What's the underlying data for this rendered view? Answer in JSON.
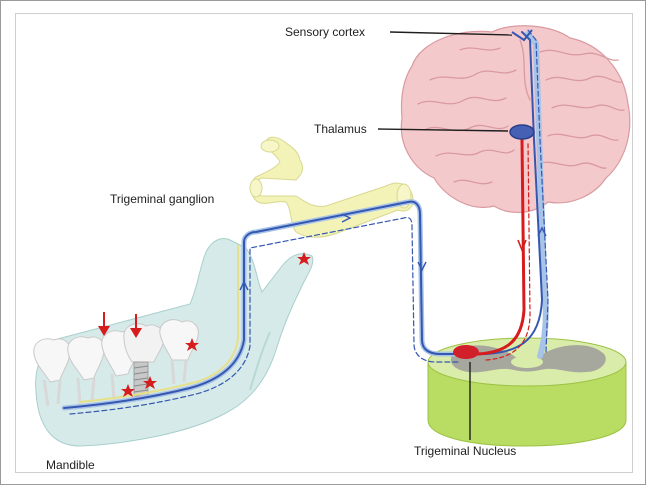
{
  "labels": {
    "sensory_cortex": "Sensory cortex",
    "thalamus": "Thalamus",
    "trigeminal_ganglion": "Trigeminal ganglion",
    "mandible": "Mandible",
    "trigeminal_nucleus": "Trigeminal Nucleus"
  },
  "colors": {
    "brain": "#f4c9cc",
    "brain_stroke": "#d99aa0",
    "ganglion": "#f3f3b8",
    "mandible": "#cfe7e5",
    "spinal_cord_top": "#d9ecaa",
    "spinal_cord_side": "#b9dc63",
    "grey_matter": "#9c9c9c",
    "nerve_blue": "#3557b0",
    "nerve_light": "#a8c3e8",
    "nerve_red": "#d61c1c",
    "nucleus": "#d2202a",
    "pain_marker": "#d61c1c"
  },
  "icons": [
    "pain-arrow-icon",
    "pain-star-icon"
  ]
}
